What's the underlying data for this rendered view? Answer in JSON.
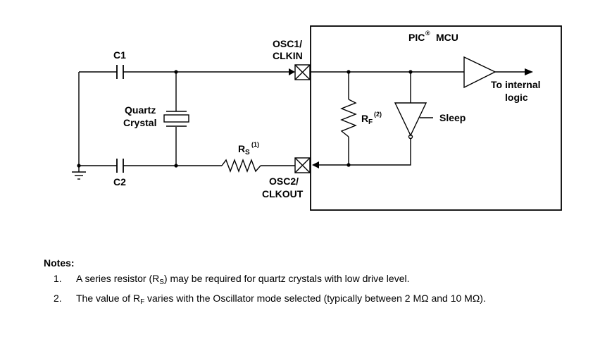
{
  "diagram": {
    "mcu_title": "PIC",
    "mcu_title_mark": "®",
    "mcu_title_suffix": "MCU",
    "components": {
      "c1": "C1",
      "c2": "C2",
      "crystal_line1": "Quartz",
      "crystal_line2": "Crystal",
      "rs_main": "R",
      "rs_sub": "S",
      "rs_note": "(1)",
      "rf_main": "R",
      "rf_sub": "F",
      "rf_note": "(2)"
    },
    "pins": {
      "osc1_line1": "OSC1/",
      "osc1_line2": "CLKIN",
      "osc2_line1": "OSC2/",
      "osc2_line2": "CLKOUT"
    },
    "signals": {
      "sleep": "Sleep",
      "to_internal_line1": "To internal",
      "to_internal_line2": "logic"
    }
  },
  "notes": {
    "title": "Notes:",
    "items": [
      {
        "num": "1.",
        "pre": "A series resistor (R",
        "sub": "S",
        "post": ") may be required for quartz crystals with low drive level."
      },
      {
        "num": "2.",
        "pre": "The value of R",
        "sub": "F",
        "post": " varies with the Oscillator mode selected (typically between 2 MΩ and 10 MΩ)."
      }
    ]
  }
}
